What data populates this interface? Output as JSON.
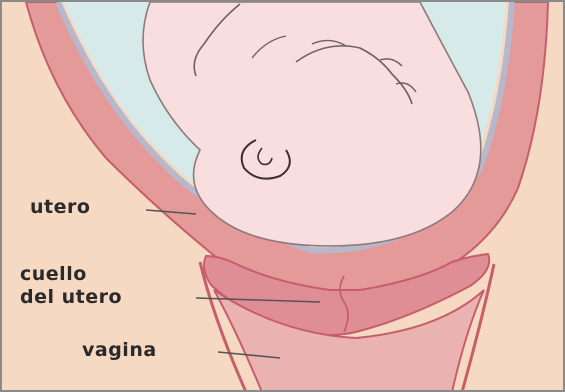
{
  "labels": {
    "utero": "utero",
    "cuello_line1": "cuello",
    "cuello_line2": "del utero",
    "vagina": "vagina"
  },
  "colors": {
    "background": "#f6d9c2",
    "uterine_wall": "#e59a9a",
    "wall_outline": "#c65e6c",
    "membrane": "#b7b8cc",
    "amniotic_fluid": "#d7eaea",
    "fetus_skin": "#f8dede",
    "vagina": "#eab3b1",
    "frame": "#8a8a8a",
    "label_text": "#2a2a2a"
  }
}
